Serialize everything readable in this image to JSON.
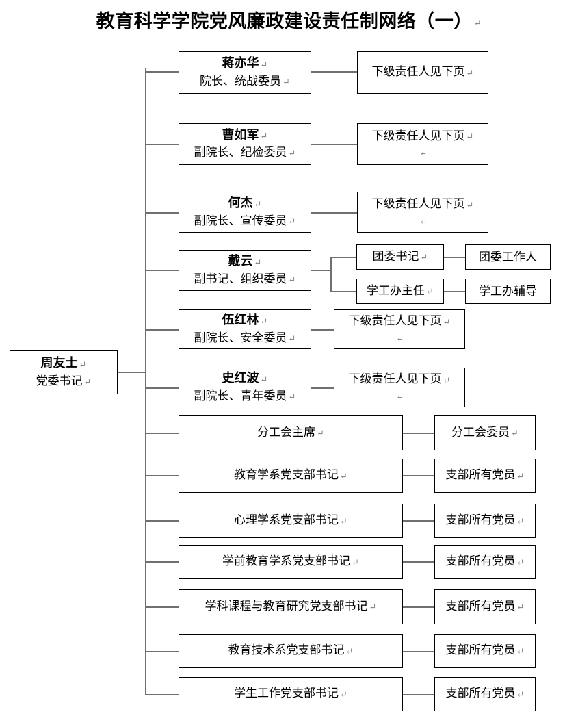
{
  "title": {
    "text": "教育科学学院党风廉政建设责任制网络（一）",
    "mark": "↵"
  },
  "colors": {
    "border": "#000000",
    "line": "#70706f",
    "background": "#ffffff",
    "text": "#000000",
    "mark": "#8a8a8a"
  },
  "root": {
    "name": "周友士",
    "title": "党委书记",
    "mark": "↵"
  },
  "officers": [
    {
      "name": "蒋亦华",
      "title": "院长、统战委员",
      "child": "下级责任人见下页",
      "child_has_blank_line": false
    },
    {
      "name": "曹如军",
      "title": "副院长、纪检委员",
      "child": "下级责任人见下页",
      "child_has_blank_line": true
    },
    {
      "name": "何杰",
      "title": "副院长、宣传委员",
      "child": "下级责任人见下页",
      "child_has_blank_line": true
    },
    {
      "name": "戴云",
      "title": "副书记、组织委员",
      "child": null,
      "child_has_blank_line": false
    },
    {
      "name": "伍红林",
      "title": "副院长、安全委员",
      "child": "下级责任人见下页",
      "child_has_blank_line": true
    },
    {
      "name": "史红波",
      "title": "副院长、青年委员",
      "child": "下级责任人见下页",
      "child_has_blank_line": true
    }
  ],
  "daiyun_branches": [
    {
      "level2": "团委书记",
      "level3": "团委工作人"
    },
    {
      "level2": "学工办主任",
      "level3": "学工办辅导"
    }
  ],
  "units": [
    {
      "label": "分工会主席",
      "child": "分工会委员"
    },
    {
      "label": "教育学系党支部书记",
      "child": "支部所有党员"
    },
    {
      "label": "心理学系党支部书记",
      "child": "支部所有党员"
    },
    {
      "label": "学前教育学系党支部书记",
      "child": "支部所有党员"
    },
    {
      "label": "学科课程与教育研究党支部书记",
      "child": "支部所有党员"
    },
    {
      "label": "教育技术系党支部书记",
      "child": "支部所有党员"
    },
    {
      "label": "学生工作党支部书记",
      "child": "支部所有党员"
    }
  ],
  "mark": "↵"
}
